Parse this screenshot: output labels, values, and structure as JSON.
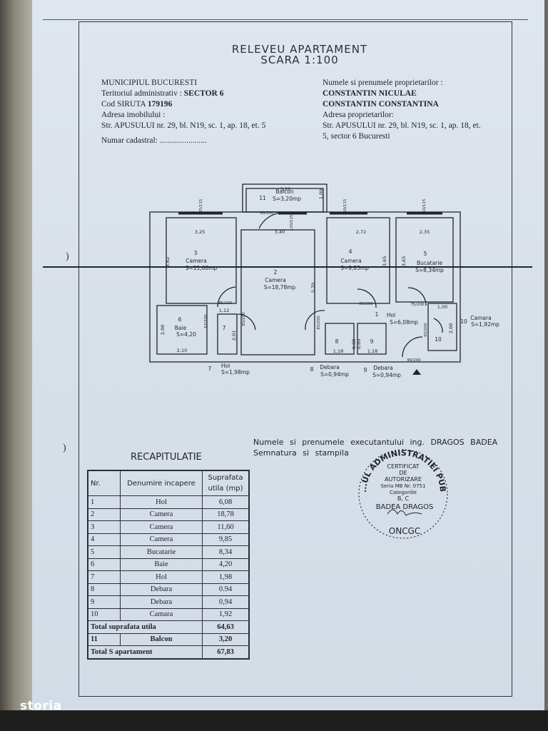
{
  "document": {
    "title": "RELEVEU APARTAMENT",
    "scale": "SCARA 1:100",
    "left_info": {
      "municipality": "MUNICIPIUL BUCURESTI",
      "territory_label": "Teritoriul administrativ :",
      "territory_value": "SECTOR 6",
      "siruta_label": "Cod SIRUTA",
      "siruta_value": "179196",
      "address_label": "Adresa imobilului :",
      "address_value": "Str. APUSULUI nr. 29, bl. N19, sc. 1, ap. 18, et. 5",
      "cadastral": "Numar cadastral: ......................."
    },
    "right_info": {
      "owners_label": "Numele si prenumele proprietarilor :",
      "owner1": "CONSTANTIN NICULAE",
      "owner2": "CONSTANTIN CONSTANTINA",
      "owners_address_label": "Adresa proprietarilor:",
      "owners_address_1": "Str. APUSULUI nr. 29, bl. N19, sc. 1, ap. 18, et.",
      "owners_address_2": "5, sector 6 Bucuresti"
    }
  },
  "plan": {
    "rooms": [
      {
        "nr": "11",
        "name": "Balcon",
        "area": "S=3,20mp"
      },
      {
        "nr": "3",
        "name": "Camera",
        "area": "S=11,60mp"
      },
      {
        "nr": "2",
        "name": "Camera",
        "area": "S=18,78mp"
      },
      {
        "nr": "4",
        "name": "Camera",
        "area": "S=9,85mp"
      },
      {
        "nr": "5",
        "name": "Bucatarie",
        "area": "S=8,34mp"
      },
      {
        "nr": "6",
        "name": "Baie",
        "area": "S=4,20"
      },
      {
        "nr": "7",
        "name": "Hol",
        "area": "S=1,98mp"
      },
      {
        "nr": "1",
        "name": "Hol",
        "area": "S=6,08mp"
      },
      {
        "nr": "8",
        "name": "Debara",
        "area": "S=0,94mp"
      },
      {
        "nr": "9",
        "name": "Debara",
        "area": "S=0,94mp"
      },
      {
        "nr": "10",
        "name": "Camara",
        "area": "S=1,92mp"
      }
    ],
    "dims": [
      "3,20",
      "1,00",
      "3,25",
      "3,40",
      "2,72",
      "2,35",
      "3,62",
      "5,70",
      "3,65",
      "3,65",
      "1,12",
      "2,00",
      "2,10",
      "2,01",
      "1,18",
      "1,18",
      "0,80",
      "0,80",
      "1,00",
      "2,00"
    ],
    "openings": [
      "185/115",
      "150/115",
      "150/115",
      "120/115",
      "85/200",
      "85/200",
      "85/200",
      "85/200",
      "75/200",
      "85/200",
      "90/200",
      "67/200",
      "65/200",
      "85/200"
    ]
  },
  "executant": {
    "line1": "Numele si prenumele executantului ing. DRAGOS BADEA",
    "line2": "Semnatura si stampila"
  },
  "stamp": {
    "ring_text": "...UL ADMINISTRATIEI PUBLICE",
    "bottom": "ONCGC",
    "lines": [
      "CERTIFICAT",
      "DE",
      "AUTORIZARE",
      "Seria MB Nr. 0751",
      "Categoriile",
      "B, C",
      "BADEA DRAGOS"
    ]
  },
  "recap": {
    "title": "RECAPITULATIE",
    "headers": [
      "Nr.",
      "Denumire incapere",
      "Suprafata utila (mp)"
    ],
    "rows": [
      [
        "1",
        "Hol",
        "6,08"
      ],
      [
        "2",
        "Camera",
        "18,78"
      ],
      [
        "3",
        "Camera",
        "11,60"
      ],
      [
        "4",
        "Camera",
        "9,85"
      ],
      [
        "5",
        "Bucatarie",
        "8,34"
      ],
      [
        "6",
        "Baie",
        "4,20"
      ],
      [
        "7",
        "Hol",
        "1,98"
      ],
      [
        "8",
        "Debara",
        "0.94"
      ],
      [
        "9",
        "Debara",
        "0,94"
      ],
      [
        "10",
        "Camara",
        "1,92"
      ]
    ],
    "total_useful_label": "Total suprafata utila",
    "total_useful": "64,63",
    "balcony_nr": "11",
    "balcony_label": "Balcon",
    "balcony_area": "3,20",
    "total_label": "Total S apartament",
    "total": "67,83"
  },
  "watermark": "storia"
}
